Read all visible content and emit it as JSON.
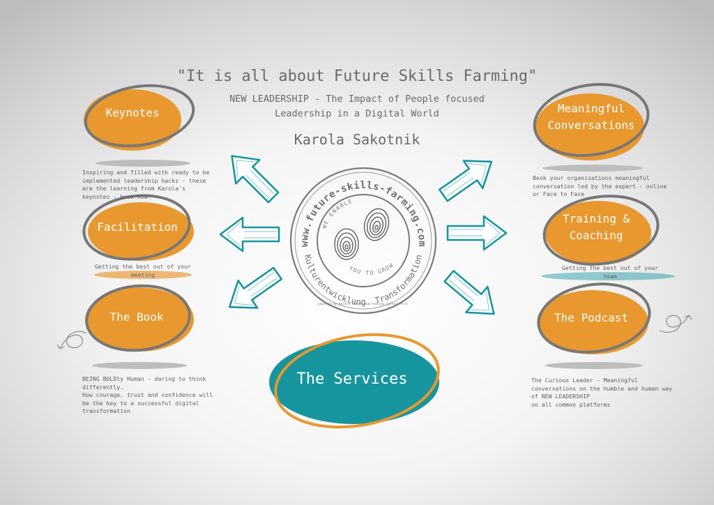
{
  "header": {
    "title": "\"It is all about Future Skills Farming\"",
    "subtitle_line1": "NEW LEADERSHIP - The Impact of People focused",
    "subtitle_line2": "Leadership in a Digital World",
    "author": "Karola Sakotnik"
  },
  "colors": {
    "orange": "#E8982E",
    "teal": "#17959E",
    "ring_gray": "#777777",
    "shadow_gray": "#bdbdbd",
    "stamp_gray": "#7a7a7a"
  },
  "services": [
    {
      "id": "keynotes",
      "label": "Keynotes",
      "description": "Inspiring and filled with ready to be implemented leadership hacks - these are the learning from Karola's keynotes - book now!"
    },
    {
      "id": "facilitation",
      "label": "Facilitation",
      "description": "Getting the best out of your meeting"
    },
    {
      "id": "book",
      "label": "The Book",
      "description": "BEING BOLDly Human - daring to think differently.\nHow courage, trust and confidence will be the key to a successful digital transformation"
    },
    {
      "id": "conversations",
      "label": "Meaningful\nConversations",
      "description": "Book your organisations meaningful conversation led by the expert - online or Face to Face"
    },
    {
      "id": "training",
      "label": "Training &\nCoaching",
      "description": "Getting the best out of your team"
    },
    {
      "id": "podcast",
      "label": "The Podcast",
      "description": "The Curious Leader - Meaningful conversations on the humble and human way of NEW LEADERSHIP\non all common platforms"
    }
  ],
  "center": {
    "label": "The Services",
    "stamp": {
      "url_text": "www.future-skills-farming.com",
      "tagline_top": "WE ENABLE",
      "tagline_bottom": "YOU TO GROW",
      "bottom_text": "Kulturentwicklung. Transformation",
      "footer": "powered by Karola Sakotnik creating culture e.U."
    }
  }
}
